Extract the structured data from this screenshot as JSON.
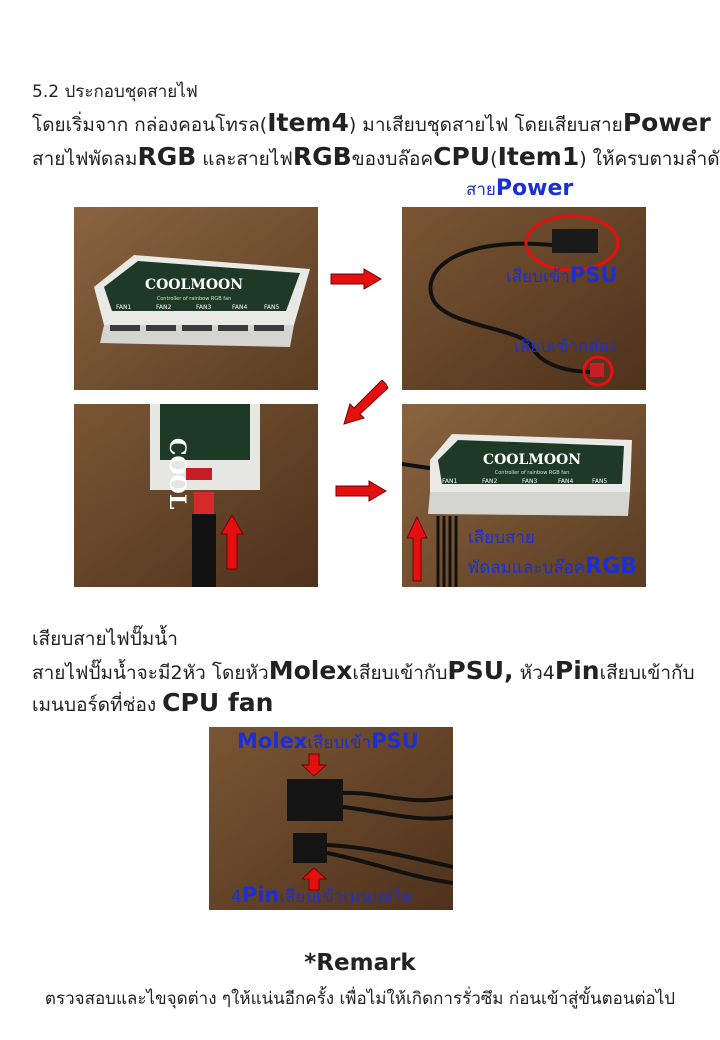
{
  "section": {
    "heading": "5.2 ประกอบชุดสายไฟ",
    "intro_1a": "โดยเริ่มจาก กล่องคอนโทรล(",
    "intro_1b": "Item4",
    "intro_1c": ") มาเสียบชุดสายไฟ โดยเสียบสาย",
    "intro_1d": "Power",
    "intro_2a": "สายไฟพัดลม",
    "intro_2b": "RGB",
    "intro_2c": " และสายไฟ",
    "intro_2d": "RGB",
    "intro_2e": "ของบล๊อค",
    "intro_2f": "CPU",
    "intro_2g": "(",
    "intro_2h": "Item1",
    "intro_2i": ") ให้ครบตามลำดับ"
  },
  "photo_labels": {
    "power_a": "สาย",
    "power_b": "Power",
    "psu_a": "เสียบเข้า",
    "psu_b": "PSU",
    "box": "เสียบเข้ากล่อง",
    "plug_1": "เสียบสาย",
    "plug_2a": "พัดลมและบล๊อค",
    "plug_2b": "RGB",
    "brand": "COOLMOON",
    "brand_sub": "Controller of rainbow RGB fan",
    "fan1": "FAN1",
    "fan2": "FAN2",
    "fan3": "FAN3",
    "fan4": "FAN4",
    "fan5": "FAN5"
  },
  "pump": {
    "heading": "เสียบสายไฟปั๊มน้ำ",
    "line_1a": "สายไฟปั๊มน้ำจะมี2หัว โดยหัว",
    "line_1b": "Molex",
    "line_1c": "เสียบเข้ากับ",
    "line_1d": "PSU,",
    "line_1e": " หัว4",
    "line_1f": "Pin",
    "line_1g": "เสียบเข้ากับ",
    "line_2a": "เมนบอร์ดที่ช่อง ",
    "line_2b": "CPU fan",
    "molex_a": "Molex",
    "molex_b": "เสียบเข้า",
    "molex_c": "PSU",
    "pin_a": "4",
    "pin_b": "Pin",
    "pin_c": "เสียบเข้าเมนบอร์ด"
  },
  "remark": {
    "title": "*Remark",
    "text": "ตรวจสอบและไขจุดต่าง ๆให้แน่นอีกครั้ง เพื่อไม่ให้เกิดการรั่วซึม ก่อนเข้าสู่ขั้นตอนต่อไป"
  },
  "colors": {
    "accent_blue": "#1b2fd6",
    "arrow_red": "#e3100f",
    "photo_bg": "#6b4a2c"
  }
}
